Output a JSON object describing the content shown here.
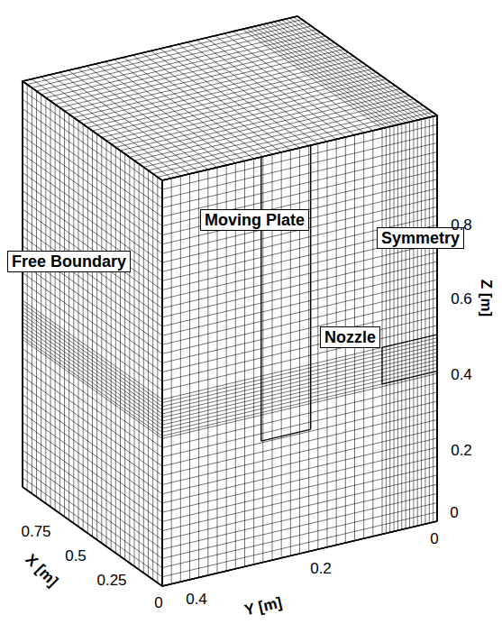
{
  "diagram": {
    "nodes": [
      {
        "text": [
          "Free Boundary"
        ]
      },
      {
        "text": [
          "Moving Plate"
        ]
      },
      {
        "text": [
          "Symmetry"
        ]
      },
      {
        "text": [
          "Nozzle"
        ]
      }
    ],
    "labels": [
      "0.8",
      "0.6",
      "0.4",
      "0.2",
      "0",
      "Z [m]",
      "0.75",
      "0.5",
      "0.25",
      "0",
      "X [m]",
      "0",
      "0.4",
      "0.2",
      "Y [m]"
    ]
  }
}
